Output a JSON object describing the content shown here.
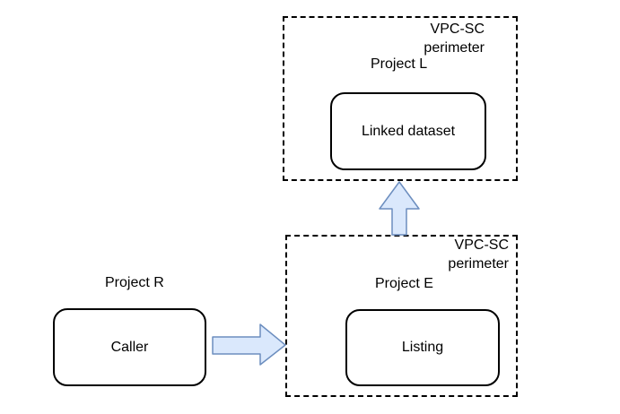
{
  "colors": {
    "background": "#ffffff",
    "text": "#000000",
    "node_border": "#000000",
    "perimeter_border": "#000000",
    "arrow_fill": "#dae8fc",
    "arrow_stroke": "#6c8ebf"
  },
  "top_perimeter": {
    "label_line1": "VPC-SC",
    "label_line2": "perimeter",
    "project": "Project L",
    "node": "Linked dataset"
  },
  "bottom_perimeter": {
    "label_line1": "VPC-SC",
    "label_line2": "perimeter",
    "project": "Project E",
    "node": "Listing"
  },
  "external": {
    "project": "Project R",
    "node": "Caller"
  },
  "arrows": [
    {
      "name": "caller-to-listing",
      "direction": "right"
    },
    {
      "name": "listing-to-linked-dataset",
      "direction": "up"
    }
  ]
}
